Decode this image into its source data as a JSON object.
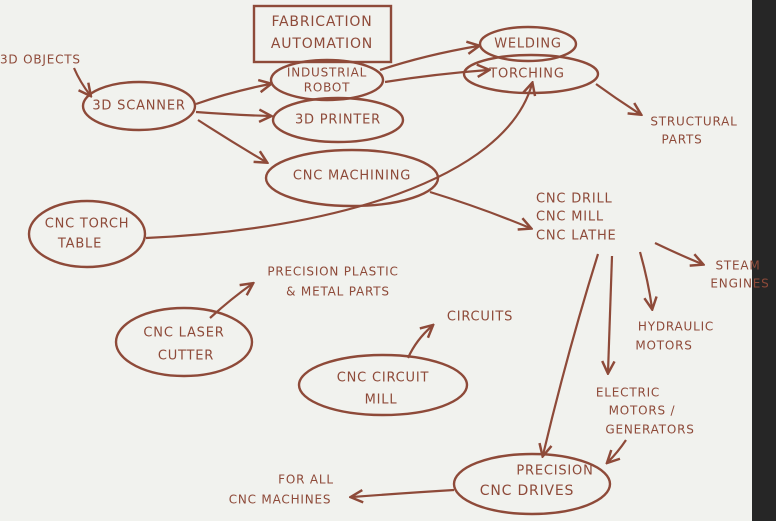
{
  "colors": {
    "board": "#f1f2ee",
    "ink": "#8e4a39",
    "frame": "#262626"
  },
  "nodes": {
    "fabrication_automation": {
      "line1": "FABRICATION",
      "line2": "AUTOMATION"
    },
    "objects_3d": {
      "label": "3D OBJECTS"
    },
    "scanner_3d": {
      "label": "3D SCANNER"
    },
    "industrial_robot": {
      "line1": "INDUSTRIAL",
      "line2": "ROBOT"
    },
    "printer_3d": {
      "label": "3D PRINTER"
    },
    "cnc_machining": {
      "label": "CNC MACHINING"
    },
    "welding": {
      "label": "WELDING"
    },
    "torching": {
      "label": "TORCHING"
    },
    "structural_parts": {
      "line1": "STRUCTURAL",
      "line2": "PARTS"
    },
    "cnc_torch_table": {
      "line1": "CNC TORCH",
      "line2": "TABLE"
    },
    "cnc_tools": {
      "line1": "CNC DRILL",
      "line2": "CNC MILL",
      "line3": "CNC LATHE"
    },
    "steam_engines": {
      "line1": "STEAM",
      "line2": "ENGINES"
    },
    "precision_parts": {
      "line1": "PRECISION PLASTIC",
      "line2": "& METAL PARTS"
    },
    "cnc_laser_cutter": {
      "line1": "CNC LASER",
      "line2": "CUTTER"
    },
    "circuits": {
      "label": "CIRCUITS"
    },
    "cnc_circuit_mill": {
      "line1": "CNC CIRCUIT",
      "line2": "MILL"
    },
    "hydraulic_motors": {
      "line1": "HYDRAULIC",
      "line2": "MOTORS"
    },
    "electric_motors": {
      "line1": "ELECTRIC",
      "line2": "MOTORS /",
      "line3": "GENERATORS"
    },
    "precision_cnc_drives": {
      "line1": "PRECISION",
      "line2": "CNC DRIVES"
    },
    "for_all_cnc_machines": {
      "line1": "FOR ALL",
      "line2": "CNC MACHINES"
    }
  }
}
